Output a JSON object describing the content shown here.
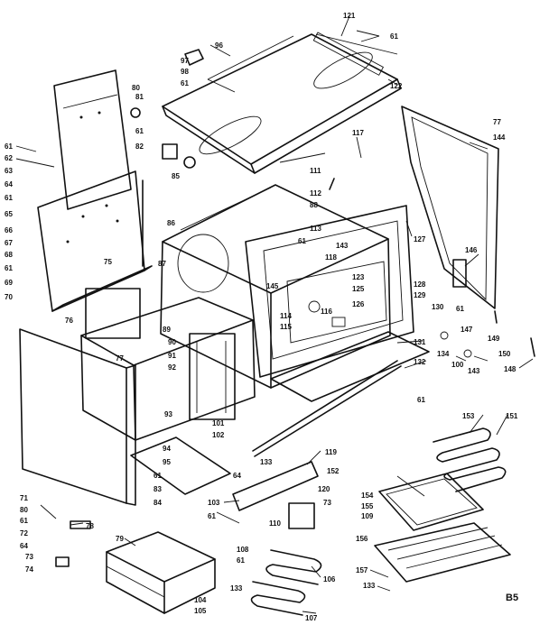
{
  "drawing_code": "B5",
  "labels": [
    "121",
    "61",
    "97",
    "96",
    "98",
    "61",
    "122",
    "80",
    "81",
    "61",
    "82",
    "77",
    "144",
    "117",
    "61",
    "62",
    "85",
    "63",
    "64",
    "86",
    "111",
    "112",
    "61",
    "65",
    "88",
    "113",
    "127",
    "143",
    "66",
    "61",
    "118",
    "67",
    "68",
    "75",
    "87",
    "61",
    "146",
    "69",
    "123",
    "125",
    "70",
    "116",
    "126",
    "128",
    "129",
    "130",
    "76",
    "145",
    "114",
    "115",
    "61",
    "147",
    "77",
    "89",
    "90",
    "91",
    "92",
    "131",
    "134",
    "149",
    "100",
    "150",
    "143",
    "148",
    "93",
    "101",
    "102",
    "132",
    "61",
    "153",
    "151",
    "94",
    "95",
    "133",
    "119",
    "61",
    "152",
    "64",
    "83",
    "84",
    "103",
    "120",
    "61",
    "110",
    "73",
    "154",
    "155",
    "109",
    "71",
    "72",
    "61",
    "80",
    "64",
    "78",
    "79",
    "73",
    "74",
    "108",
    "61",
    "106",
    "156",
    "157",
    "104",
    "105",
    "133",
    "107",
    "133"
  ]
}
